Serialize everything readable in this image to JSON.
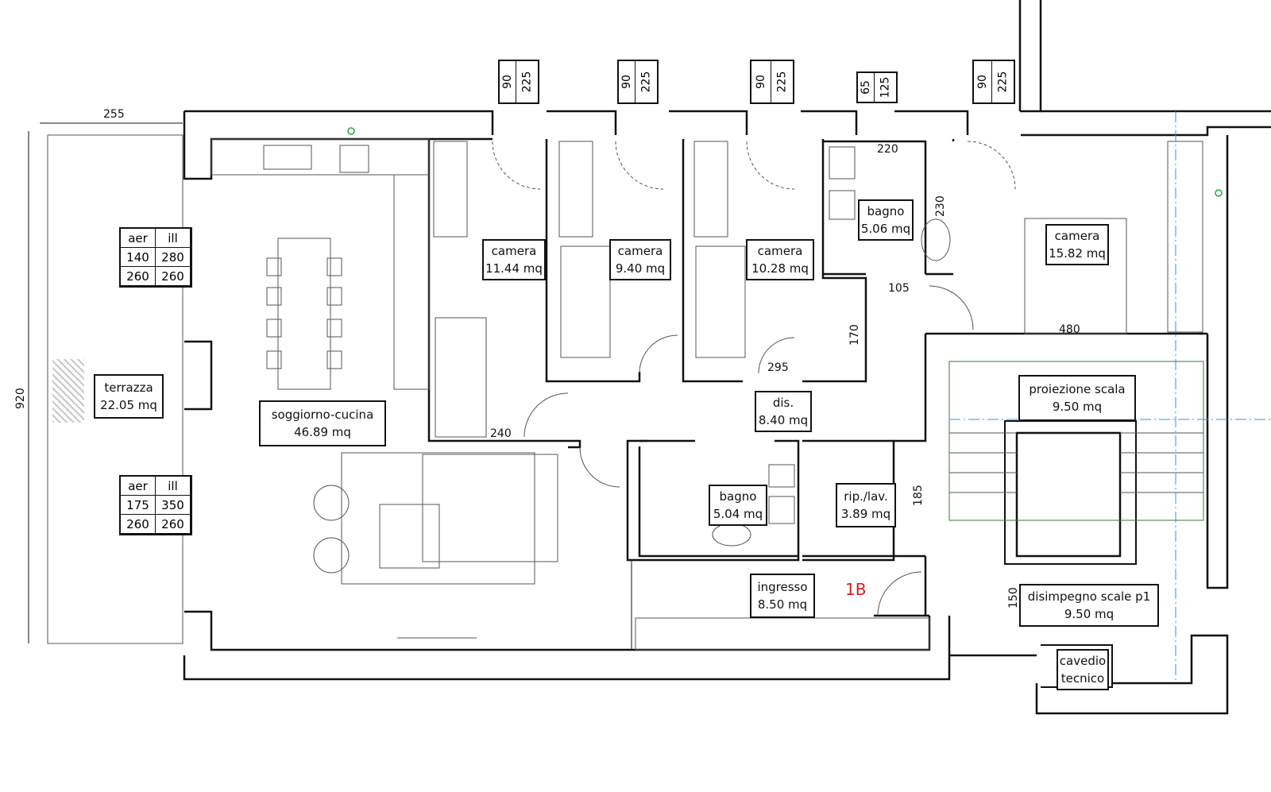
{
  "unit_id": "1B",
  "rooms": {
    "terrazza": {
      "name": "terrazza",
      "area": "22.05 mq"
    },
    "soggiorno": {
      "name": "soggiorno-cucina",
      "area": "46.89 mq"
    },
    "camera1": {
      "name": "camera",
      "area": "11.44 mq"
    },
    "camera2": {
      "name": "camera",
      "area": "9.40 mq"
    },
    "camera3": {
      "name": "camera",
      "area": "10.28 mq"
    },
    "bagno1": {
      "name": "bagno",
      "area": "5.06 mq"
    },
    "camera4": {
      "name": "camera",
      "area": "15.82 mq"
    },
    "dis": {
      "name": "dis.",
      "area": "8.40 mq"
    },
    "bagno2": {
      "name": "bagno",
      "area": "5.04 mq"
    },
    "rip": {
      "name": "rip./lav.",
      "area": "3.89 mq"
    },
    "ingresso": {
      "name": "ingresso",
      "area": "8.50 mq"
    },
    "proiezione": {
      "name": "proiezione scala",
      "area": "9.50 mq"
    },
    "disimpegno": {
      "name": "disimpegno scale p1",
      "area": "9.50 mq"
    },
    "cavedio": {
      "name": "cavedio",
      "name2": "tecnico"
    }
  },
  "windows": [
    {
      "w": "90",
      "h": "225"
    },
    {
      "w": "90",
      "h": "225"
    },
    {
      "w": "90",
      "h": "225"
    },
    {
      "w": "65",
      "h": "125"
    },
    {
      "w": "90",
      "h": "225"
    }
  ],
  "ratio_tables": [
    {
      "h1": "aer",
      "h2": "ill",
      "r1a": "140",
      "r1b": "280",
      "r2a": "260",
      "r2b": "260"
    },
    {
      "h1": "aer",
      "h2": "ill",
      "r1a": "175",
      "r1b": "350",
      "r2a": "260",
      "r2b": "260"
    }
  ],
  "dimensions": {
    "d255": "255",
    "d920": "920",
    "d220": "220",
    "d230": "230",
    "d105": "105",
    "d480": "480",
    "d170": "170",
    "d295": "295",
    "d240": "240",
    "d185": "185",
    "d150": "150"
  }
}
